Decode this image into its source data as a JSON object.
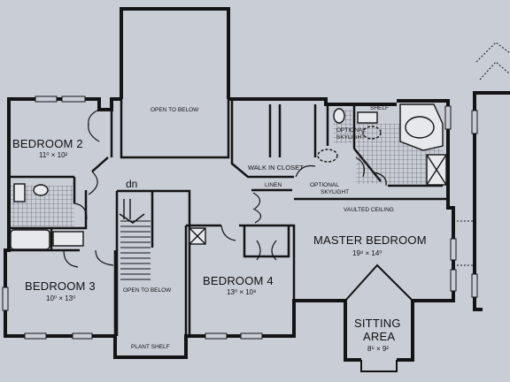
{
  "rooms": {
    "bedroom2": {
      "name": "BEDROOM 2",
      "dims": "11⁰ × 10²"
    },
    "bedroom3": {
      "name": "BEDROOM 3",
      "dims": "10⁰ × 13⁰"
    },
    "bedroom4": {
      "name": "BEDROOM 4",
      "dims": "13⁰ × 10⁸"
    },
    "master": {
      "name": "MASTER BEDROOM",
      "dims": "19⁸ × 14⁰"
    },
    "sitting_line1": "SITTING",
    "sitting_line2": "AREA",
    "sitting_dims": "8⁶ × 9²"
  },
  "labels": {
    "open_to_below_top": "OPEN TO BELOW",
    "open_to_below_stair": "OPEN TO BELOW",
    "walk_in_closet": "WALK IN CLOSET",
    "linen": "LINEN",
    "optional_skylight_hall_1": "OPTIONAL",
    "optional_skylight_hall_2": "SKYLIGHT",
    "optional_skylight_bath_1": "OPTIONAL",
    "optional_skylight_bath_2": "SKYLIGHT",
    "shelf": "SHELF",
    "vaulted_ceiling": "VAULTED CEILING",
    "plant_shelf": "PLANT SHELF",
    "dn": "dn"
  },
  "colors": {
    "paper": "#c9cdd6",
    "wall": "#141414",
    "tile": "#4a4a4a"
  }
}
